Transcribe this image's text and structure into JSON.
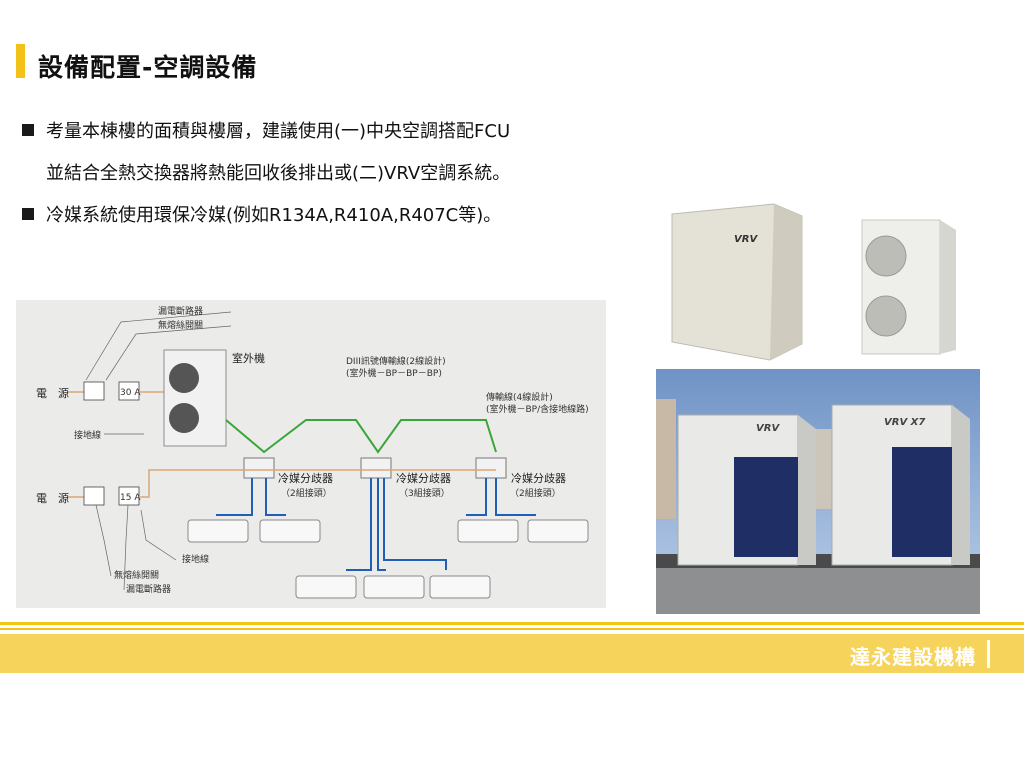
{
  "title": "設備配置-空調設備",
  "bullets": [
    "考量本棟樓的面積與樓層，建議使用(一)中央空調搭配FCU",
    "並結合全熱交換器將熱能回收後排出或(二)VRV空調系統。",
    "冷媒系統使用環保冷媒(例如R134A,R410A,R407C等)。"
  ],
  "diagram": {
    "leakage_breaker": "漏電斷路器",
    "fuse_switch": "無熔絲開關",
    "power_label": "電　源",
    "breaker_30": "30 A",
    "breaker_15": "15 A",
    "ground_wire": "接地線",
    "outdoor_unit": "室外機",
    "signal_line": "DIII訊號傳輸線(2線設計)",
    "signal_line_route": "(室外機－BP－BP－BP)",
    "transmission_line": "傳輸線(4線設計)",
    "transmission_line_route": "(室外機－BP/含接地線路)",
    "branch_label": "冷媒分歧器",
    "branch_2": "（2組接頭）",
    "branch_3": "（3組接頭）",
    "ground_wire_2": "接地線",
    "fuse_switch_2": "無熔絲開關",
    "leakage_breaker_2": "漏電斷路器"
  },
  "photos": {
    "unit_brand": "VRV",
    "unit_brand_x7": "VRV X7"
  },
  "footer": {
    "brand": "達永建設機構"
  },
  "colors": {
    "accent": "#f2c21a",
    "footer_band": "#f6d35a",
    "diagram_bg": "#ebebe9",
    "signal_line": "#3aa63a",
    "refrigerant_line": "#1f5fb5",
    "power_line": "#d9a779"
  }
}
